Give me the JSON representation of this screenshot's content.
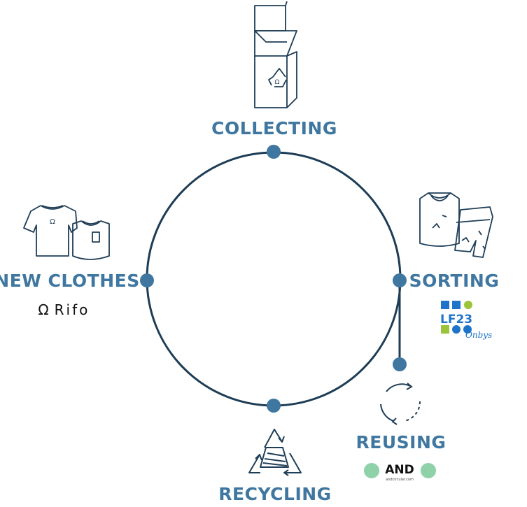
{
  "colors": {
    "cycle_line": "#1e3d56",
    "node": "#3f77a0",
    "label": "#3f77a0",
    "icon_stroke": "#1f3e57",
    "lf23_blue": "#1e74c8",
    "lf23_green": "#9cc43a",
    "and_green": "#8fd1a8"
  },
  "stages": {
    "collecting": {
      "label": "COLLECTING",
      "icon": "recycling-bin-box-icon"
    },
    "sorting": {
      "label": "SORTING",
      "icon": "clothes-pile-icon",
      "partner": "LF23",
      "partner_script": "Onbys"
    },
    "reusing": {
      "label": "REUSING",
      "icon": "circular-arrows-icon",
      "partner": "AND",
      "partner_url": "andcircular.com"
    },
    "recycling": {
      "label": "RECYCLING",
      "icon": "recycle-triangle-yarn-icon"
    },
    "new_clothes": {
      "label": "NEW CLOTHES",
      "icon": "t-shirts-icon",
      "partner": "Rifo"
    }
  }
}
